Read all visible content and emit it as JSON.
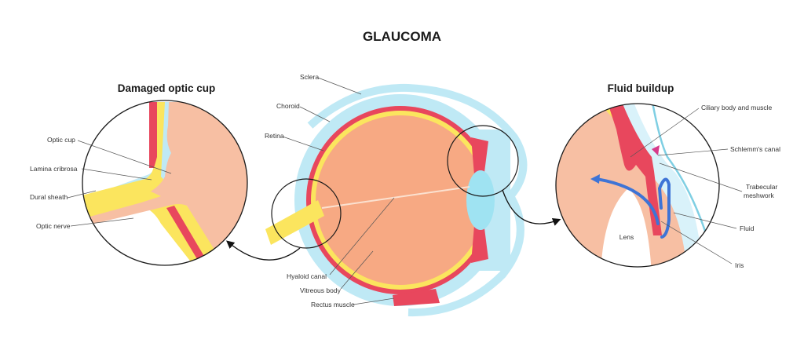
{
  "title": "GLAUCOMA",
  "left_panel": {
    "title": "Damaged optic cup",
    "labels": [
      "Optic cup",
      "Lamina cribrosa",
      "Dural sheath",
      "Optic nerve"
    ]
  },
  "center_panel": {
    "labels": [
      "Sclera",
      "Choroid",
      "Retina",
      "Hyaloid canal",
      "Vitreous body",
      "Rectus muscle"
    ]
  },
  "right_panel": {
    "title": "Fluid buildup",
    "labels": [
      "Ciliary body and muscle",
      "Schlemm's canal",
      "Trabecular",
      "meshwork",
      "Fluid",
      "Iris"
    ],
    "lens_label": "Lens"
  },
  "colors": {
    "sclera": "#bfe9f5",
    "choroid": "#e8475d",
    "retina": "#fbe55e",
    "vitreous": "#f7a983",
    "tissue": "#f7bfa3",
    "lens": "#9fe3f2",
    "fluid_arrow": "#3e74d6"
  }
}
